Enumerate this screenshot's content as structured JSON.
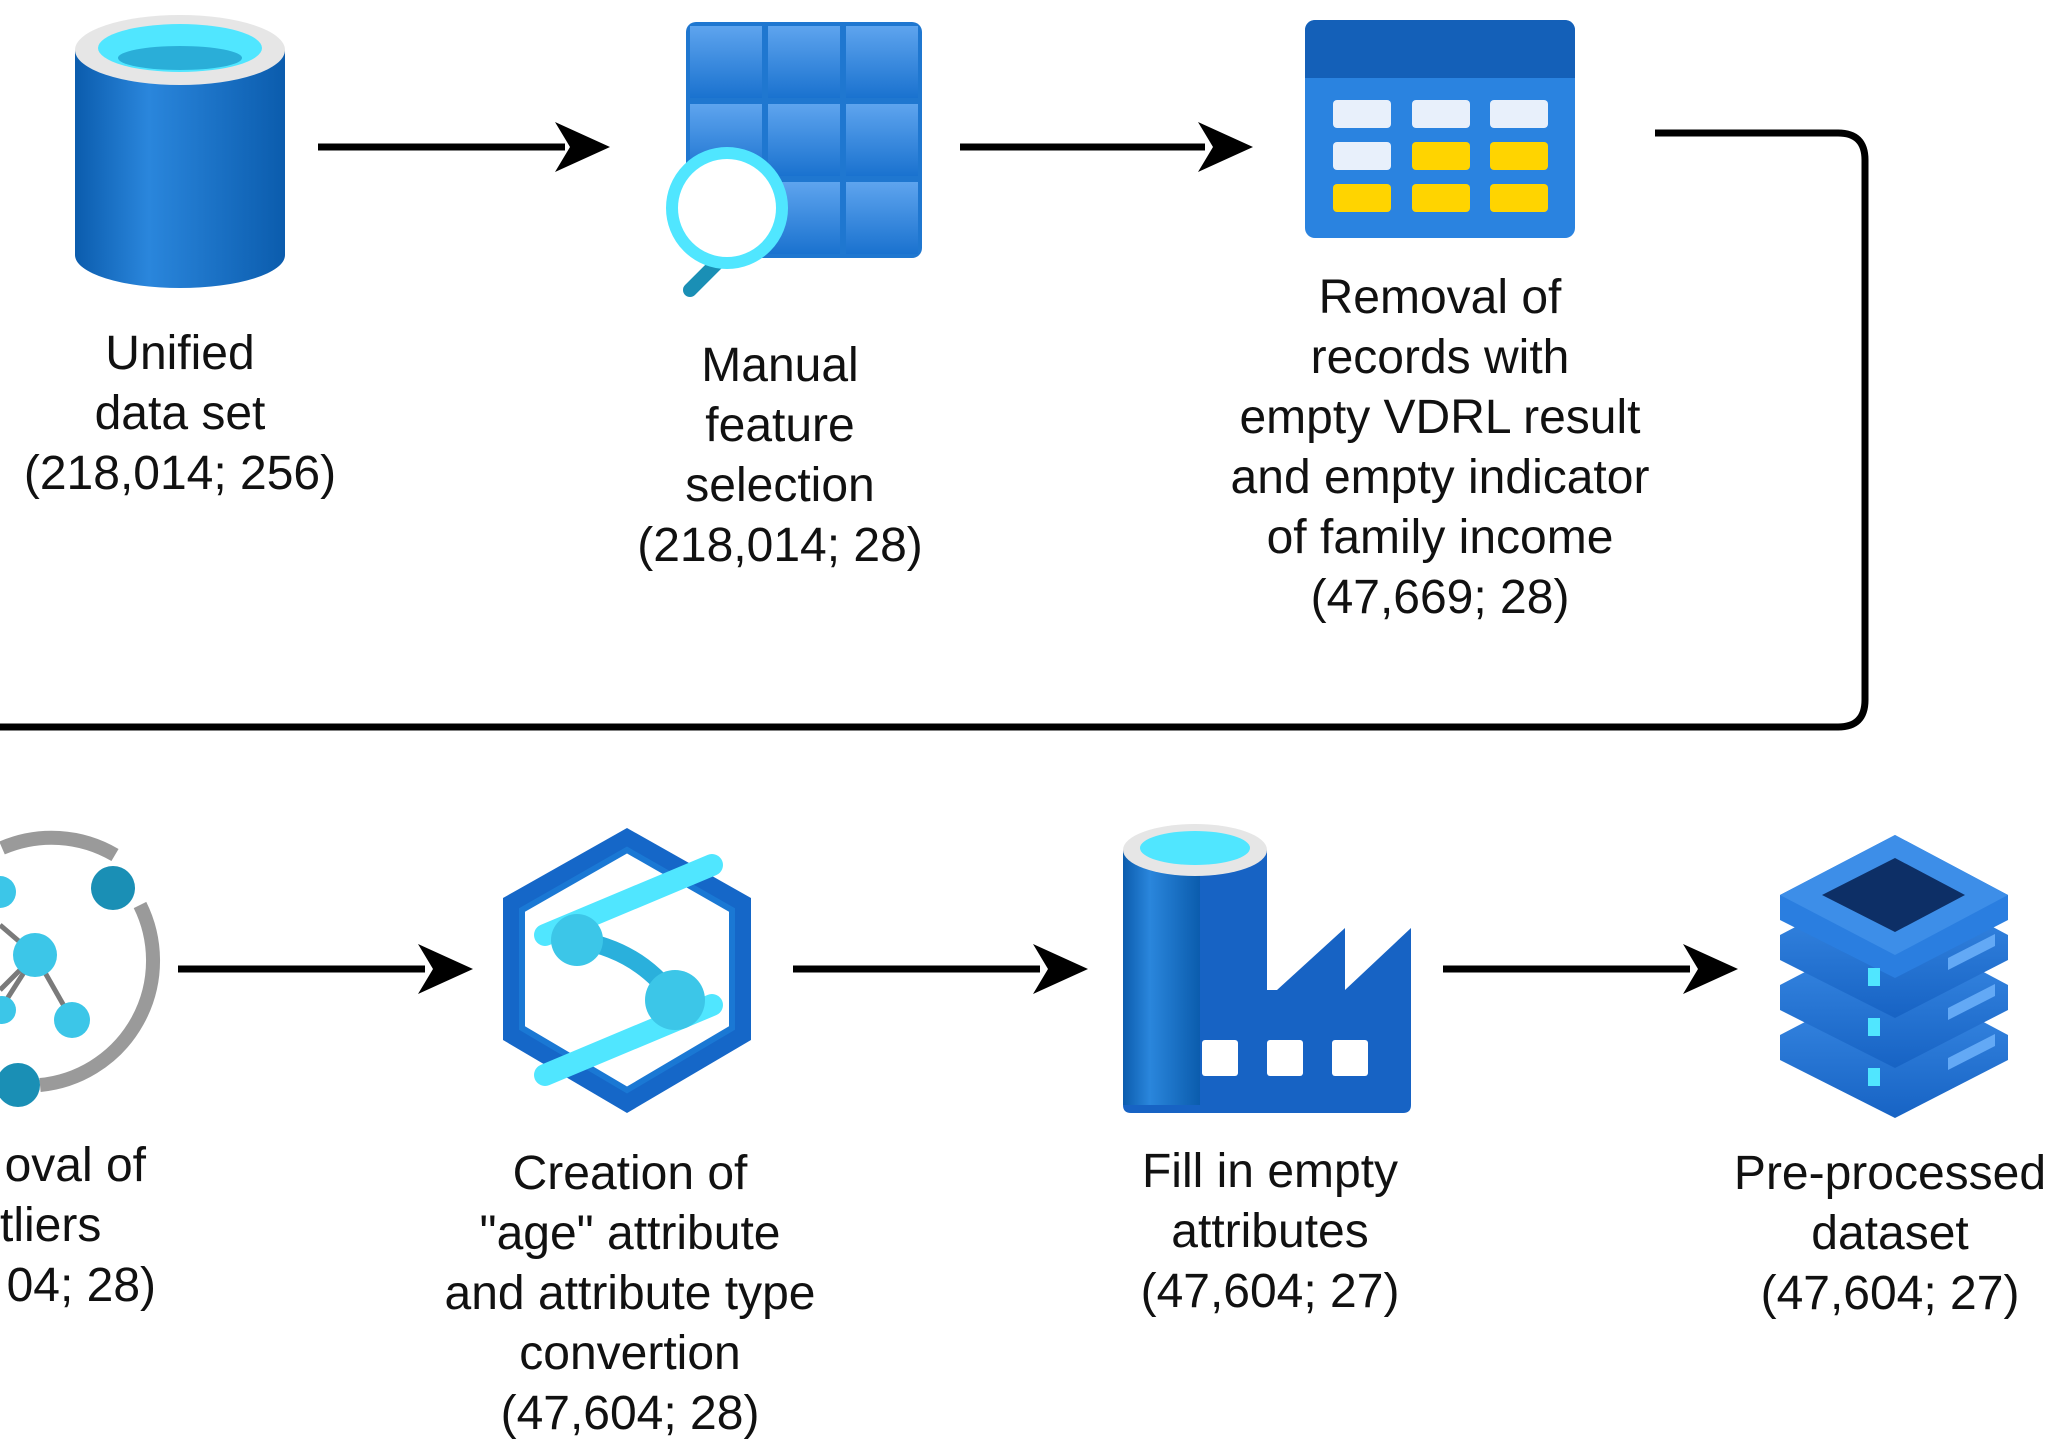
{
  "steps": [
    {
      "id": "unified",
      "icon": "database-cylinder-icon",
      "lines": [
        "Unified",
        "data set",
        "(218,014; 256)"
      ]
    },
    {
      "id": "manual",
      "icon": "table-search-icon",
      "lines": [
        "Manual",
        "feature",
        "selection",
        "(218,014; 28)"
      ]
    },
    {
      "id": "removal-records",
      "icon": "table-grid-icon",
      "lines": [
        "Removal of",
        "records with",
        "empty VDRL result",
        "and empty indicator",
        "of family income",
        "(47,669; 28)"
      ]
    },
    {
      "id": "removal-outliers",
      "icon": "network-ring-icon",
      "lines": [
        "oval of",
        "tliers",
        "04; 28)"
      ]
    },
    {
      "id": "creation",
      "icon": "hexagon-pipeline-icon",
      "lines": [
        "Creation of",
        "\"age\" attribute",
        "and attribute type",
        "convertion",
        "(47,604; 28)"
      ]
    },
    {
      "id": "fill",
      "icon": "data-factory-icon",
      "lines": [
        "Fill in empty",
        "attributes",
        "(47,604; 27)"
      ]
    },
    {
      "id": "preprocessed",
      "icon": "server-stack-icon",
      "lines": [
        "Pre-processed",
        "dataset",
        "(47,604; 27)"
      ]
    }
  ],
  "colors": {
    "arrow": "#000000",
    "blue_dark": "#0a5aa8",
    "blue_mid": "#1a78d4",
    "blue_light": "#5aa8f0",
    "cyan": "#50e6ff",
    "yellow": "#ffd400",
    "gray": "#9a9a9a"
  }
}
